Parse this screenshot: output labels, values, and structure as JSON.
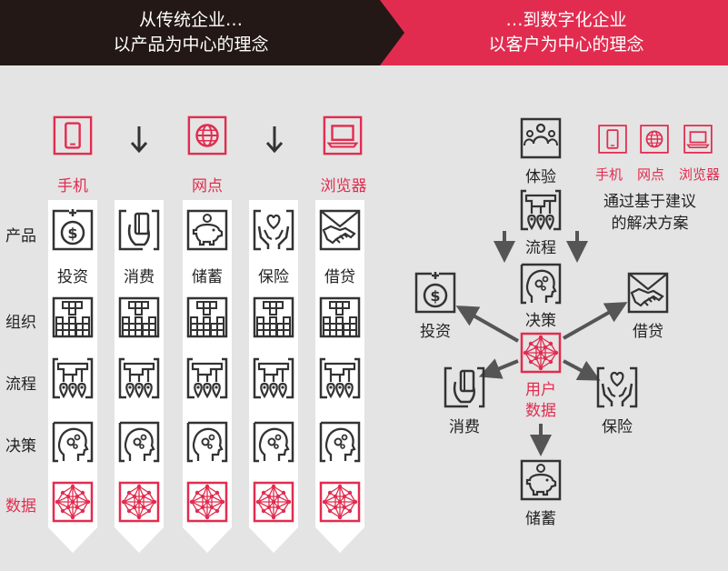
{
  "header": {
    "left_line1": "从传统企业…",
    "left_line2": "以产品为中心的理念",
    "right_line1": "…到数字化企业",
    "right_line2": "以客户为中心的理念"
  },
  "left": {
    "channels": [
      "手机",
      "网点",
      "浏览器"
    ],
    "row_labels": [
      "产品",
      "组织",
      "流程",
      "决策",
      "数据"
    ],
    "products": [
      "投资",
      "消费",
      "储蓄",
      "保险",
      "借贷"
    ]
  },
  "right": {
    "channels": [
      "手机",
      "网点",
      "浏览器"
    ],
    "solution_line1": "通过基于建议",
    "solution_line2": "的解决方案",
    "experience": "体验",
    "process": "流程",
    "decision": "决策",
    "center_line1": "用户",
    "center_line2": "数据",
    "spokes": {
      "invest": "投资",
      "loan": "借贷",
      "consume": "消费",
      "insure": "保险",
      "save": "储蓄"
    }
  },
  "colors": {
    "accent": "#e22c4f",
    "dark": "#231815",
    "panel": "#e4e4e4",
    "icon": "#333333"
  }
}
